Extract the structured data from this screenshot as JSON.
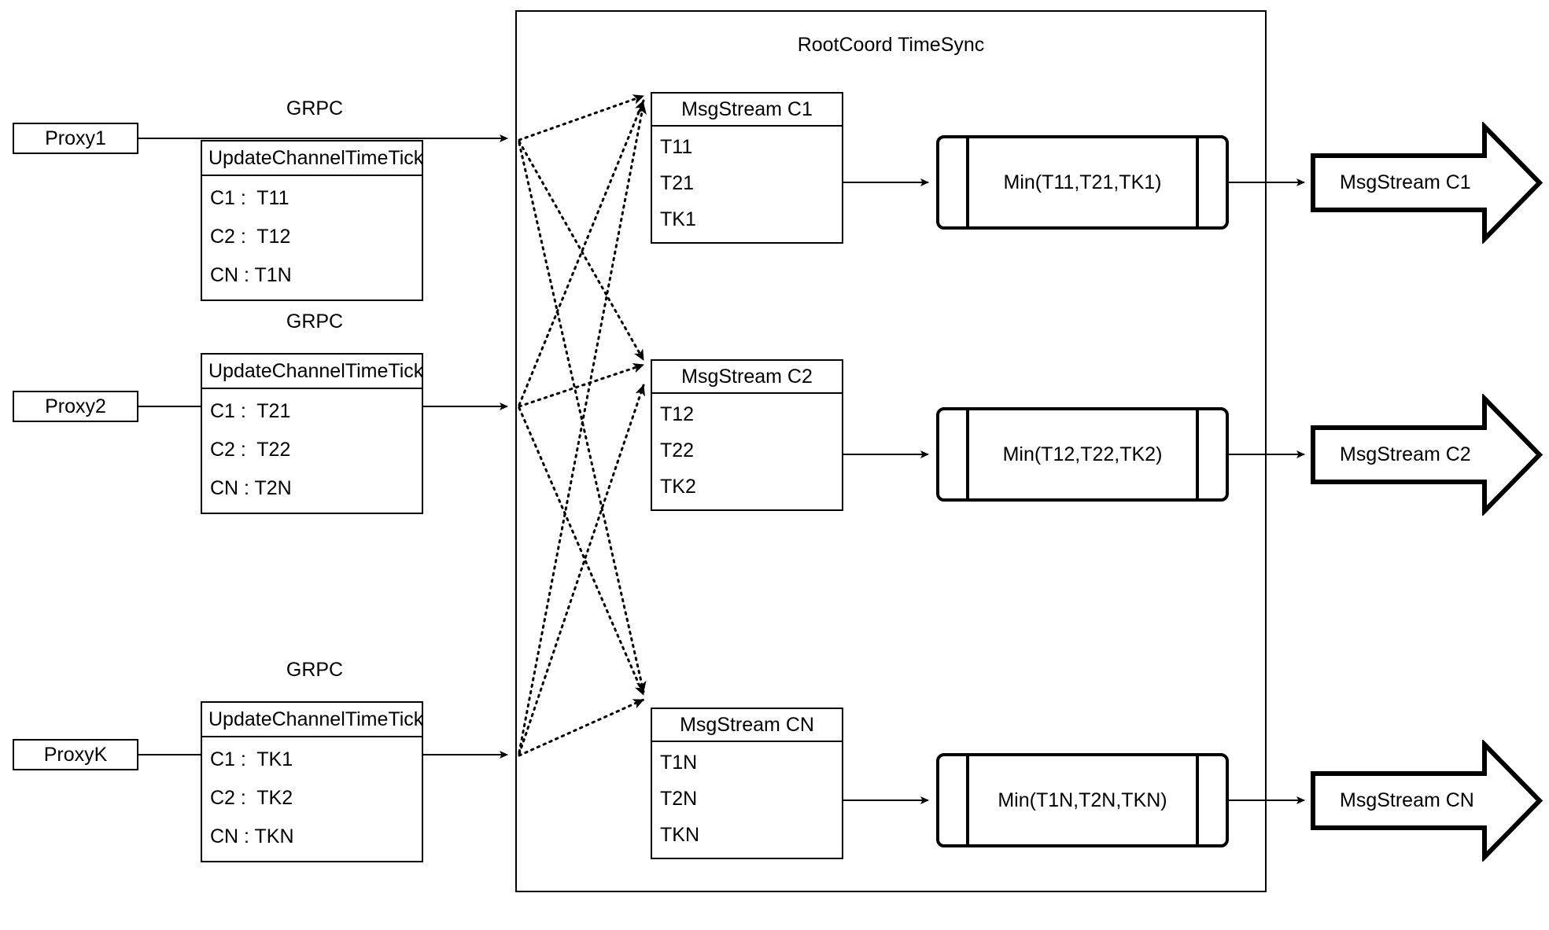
{
  "diagram": {
    "title": "RootCoord TimeSync",
    "rows": [
      {
        "proxy": "Proxy1",
        "link_label": "GRPC",
        "tick_table": {
          "header": "UpdateChannelTimeTick",
          "rows": [
            "C1 :  T11",
            "C2 :  T12",
            "CN : T1N"
          ]
        },
        "msgstream": {
          "header": "MsgStream C1",
          "rows": [
            "T11",
            "T21",
            "TK1"
          ]
        },
        "process": "Min(T11,T21,TK1)",
        "output": "MsgStream C1"
      },
      {
        "proxy": "Proxy2",
        "link_label": "GRPC",
        "tick_table": {
          "header": "UpdateChannelTimeTick",
          "rows": [
            "C1 :  T21",
            "C2 :  T22",
            "CN : T2N"
          ]
        },
        "msgstream": {
          "header": "MsgStream C2",
          "rows": [
            "T12",
            "T22",
            "TK2"
          ]
        },
        "process": "Min(T12,T22,TK2)",
        "output": "MsgStream C2"
      },
      {
        "proxy": "ProxyK",
        "link_label": "GRPC",
        "tick_table": {
          "header": "UpdateChannelTimeTick",
          "rows": [
            "C1 :  TK1",
            "C2 :  TK2",
            "CN : TKN"
          ]
        },
        "msgstream": {
          "header": "MsgStream CN",
          "rows": [
            "T1N",
            "T2N",
            "TKN"
          ]
        },
        "process": "Min(T1N,T2N,TKN)",
        "output": "MsgStream CN"
      }
    ],
    "colors": {
      "stroke": "#000000",
      "background": "#ffffff"
    }
  }
}
